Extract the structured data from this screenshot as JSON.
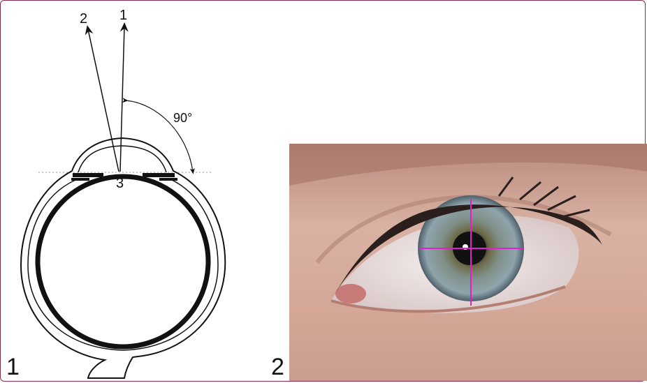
{
  "figure": {
    "panel_labels": [
      "1",
      "2"
    ],
    "diagram": {
      "ray_labels": [
        "1",
        "2"
      ],
      "vertex_label": "3",
      "angle_label": "90°"
    },
    "colors": {
      "border": "#8a2a4a",
      "crosshair": "#e020d0",
      "diagram_stroke": "#111111"
    }
  }
}
